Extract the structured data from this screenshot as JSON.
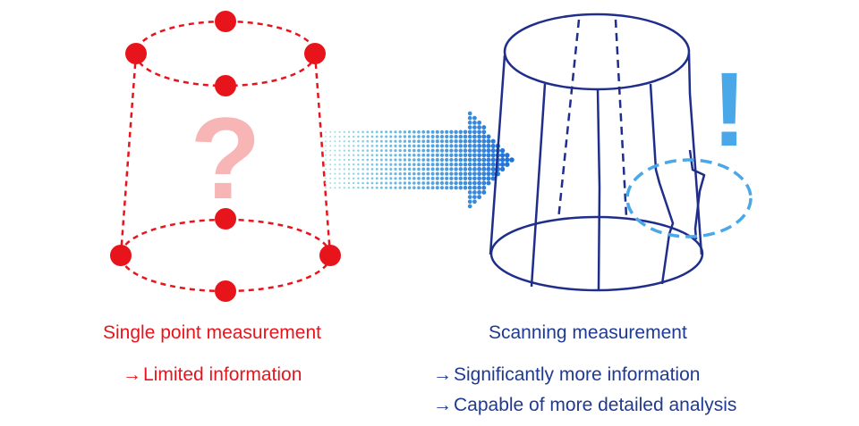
{
  "left_panel": {
    "question_mark": "?",
    "title": "Single point measurement",
    "note_arrow": "→",
    "note": "Limited information"
  },
  "right_panel": {
    "exclamation_mark": "!",
    "title": "Scanning measurement",
    "notes": [
      {
        "arrow": "→",
        "text": "Significantly more information"
      },
      {
        "arrow": "→",
        "text": "Capable of more detailed analysis"
      }
    ]
  },
  "colors": {
    "single_point": "#e8141c",
    "question_mark": "#f7b5b5",
    "scanning_outline": "#1f2e8a",
    "highlight": "#4aa8e8",
    "arrow_start": "#9be3e6",
    "arrow_end": "#1d6fd8"
  },
  "icons": {
    "transition": "dotted-right-arrow-icon",
    "question": "question-mark-icon",
    "exclamation": "exclamation-mark-icon"
  }
}
